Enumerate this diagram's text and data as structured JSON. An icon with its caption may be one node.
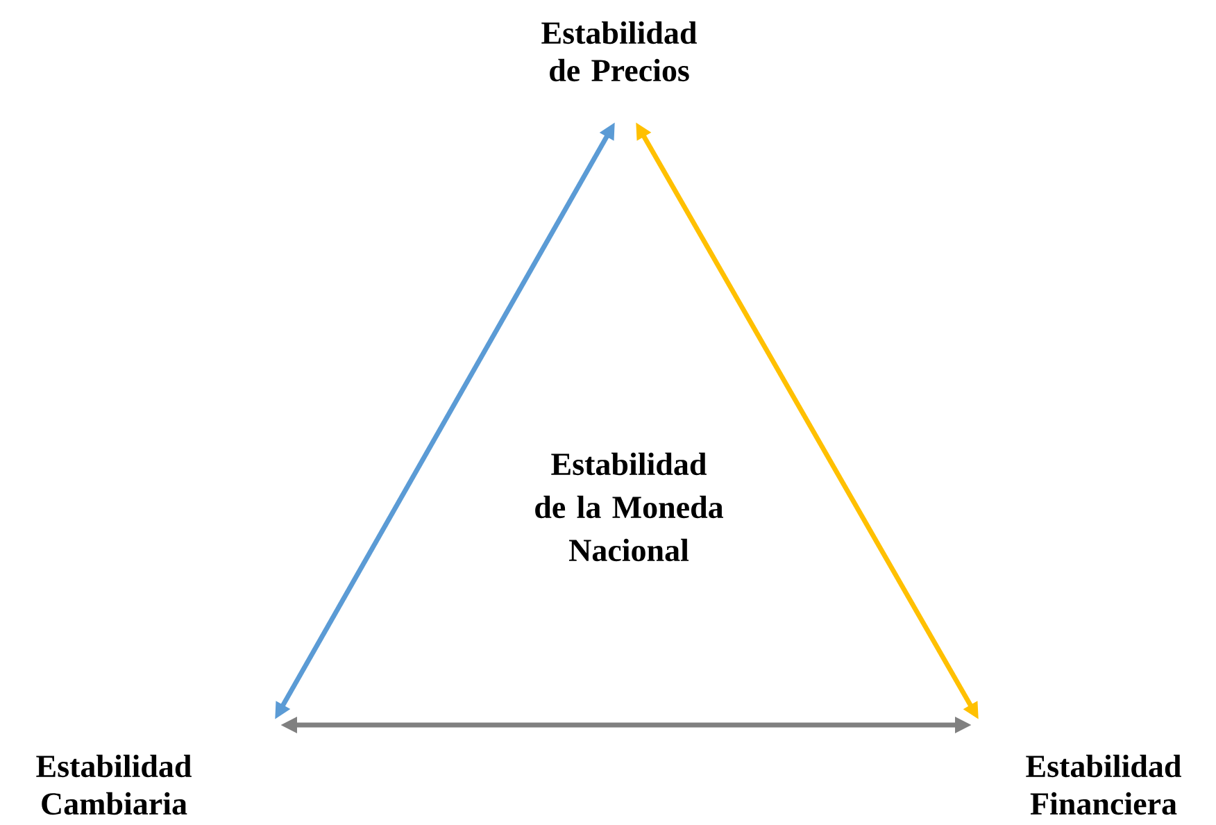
{
  "diagram": {
    "nodes": [
      {
        "text": [
          "Estabilidad de Precios"
        ]
      },
      {
        "text": [
          "Estabilidad Cambiaria"
        ]
      },
      {
        "text": [
          "Estabilidad Financiera"
        ]
      }
    ],
    "edges": [
      {
        "from": 0,
        "to": 1,
        "arrow": "both",
        "color": "#5b9bd5"
      },
      {
        "from": 0,
        "to": 2,
        "arrow": "both",
        "color": "#ffc000"
      },
      {
        "from": 1,
        "to": 2,
        "arrow": "both",
        "color": "#808080"
      }
    ],
    "labels": [
      "Estabilidad de la Moneda Nacional"
    ]
  }
}
